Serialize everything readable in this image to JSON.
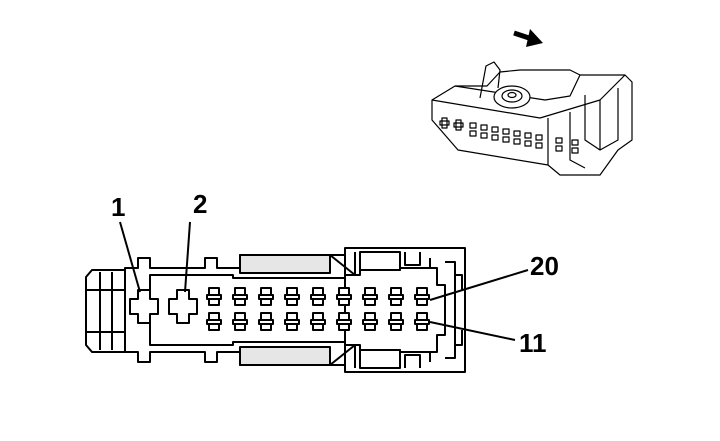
{
  "diagram": {
    "callouts": {
      "pin_1": "1",
      "pin_2": "2",
      "pin_20": "20",
      "pin_11": "11"
    },
    "connector": {
      "large_pins": 2,
      "small_pin_columns": 9,
      "small_pin_rows": 2
    },
    "colors": {
      "line": "#000000",
      "background": "#ffffff",
      "shade": "#e6e6e6"
    },
    "icons": [
      "view-direction-arrow-icon"
    ]
  }
}
